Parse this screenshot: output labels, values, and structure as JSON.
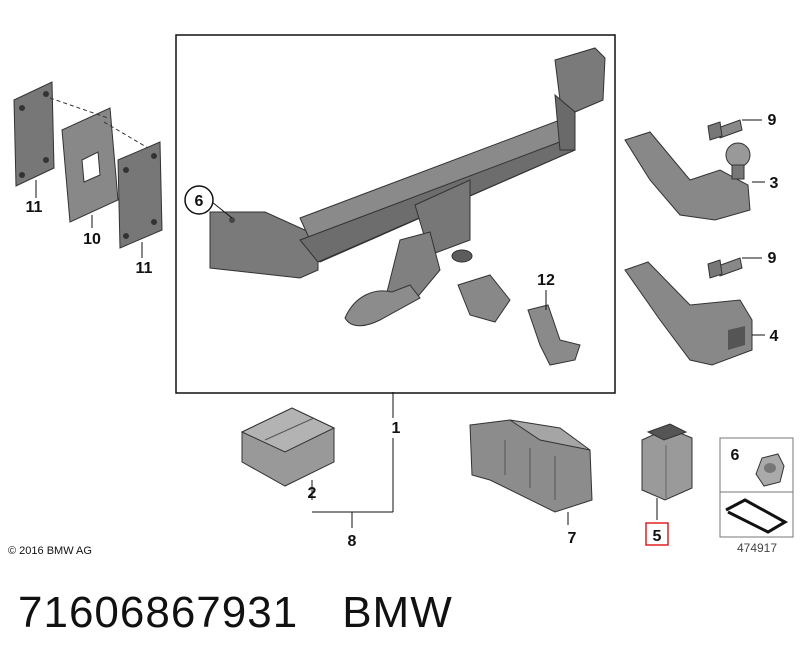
{
  "callouts": {
    "c1": "1",
    "c2": "2",
    "c3": "3",
    "c4": "4",
    "c5": "5",
    "c6": "6",
    "c7": "7",
    "c8": "8",
    "c9a": "9",
    "c9b": "9",
    "c10": "10",
    "c11a": "11",
    "c11b": "11",
    "c12": "12",
    "legend_6": "6"
  },
  "highlighted_callout": "5",
  "highlight_color": "#e02020",
  "copyright": "© 2016 BMW AG",
  "reference_number": "474917",
  "part_number": "71606867931",
  "brand": "BMW"
}
